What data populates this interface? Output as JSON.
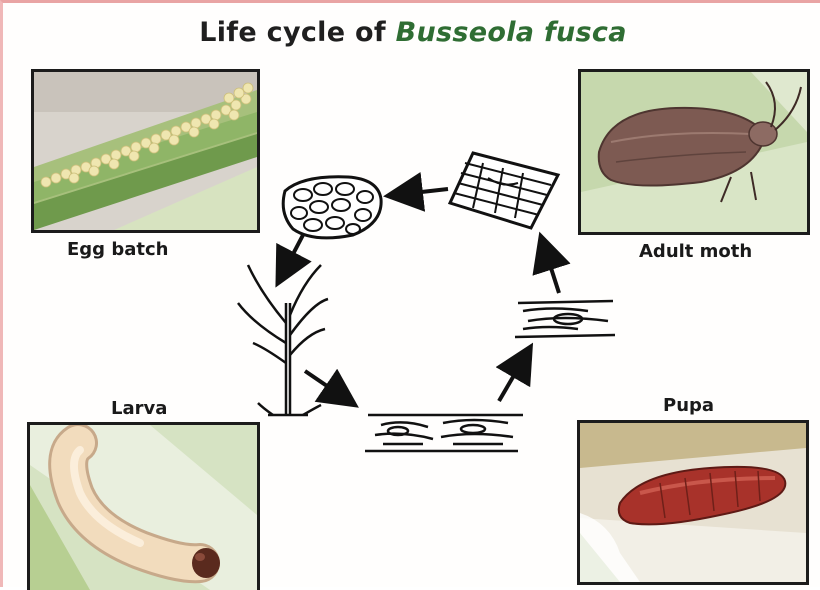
{
  "title": {
    "prefix": "Life cycle of ",
    "species": "Busseola fusca"
  },
  "stages": {
    "egg": {
      "label": "Egg batch"
    },
    "adult": {
      "label": "Adult moth"
    },
    "larva": {
      "label": "Larva"
    },
    "pupa": {
      "label": "Pupa"
    }
  },
  "colors": {
    "species_text": "#2f6d33",
    "leaf_green": "#8fb567",
    "egg_yellow": "#efe6b0",
    "moth_brown": "#7d5a52",
    "larva_cream": "#f2dcbd",
    "pupa_red": "#a8322a"
  }
}
